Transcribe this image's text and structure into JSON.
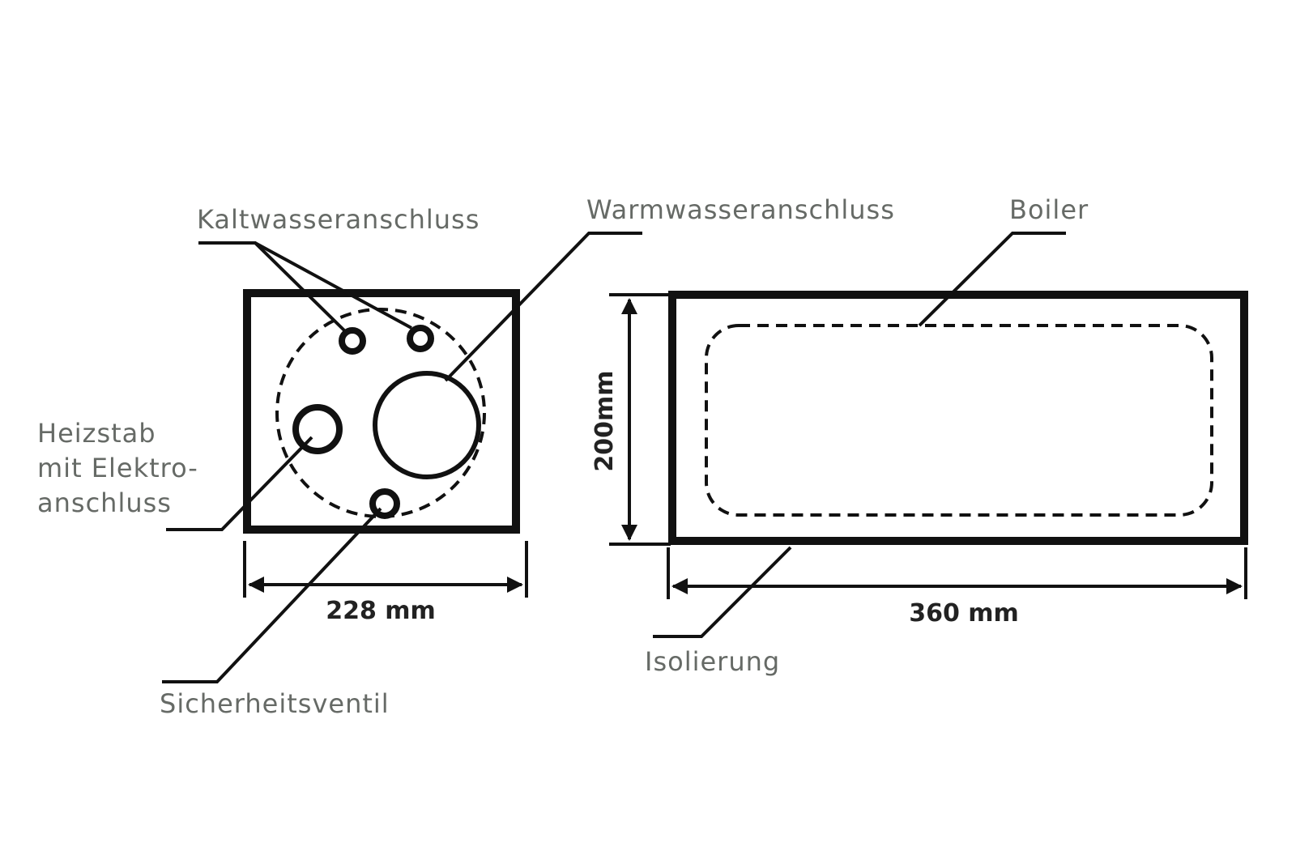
{
  "labels": {
    "kaltwasser": "Kaltwasseranschluss",
    "warmwasser": "Warmwasseranschluss",
    "boiler": "Boiler",
    "heizstab_line1": "Heizstab",
    "heizstab_line2": "mit Elektro-",
    "heizstab_line3": "anschluss",
    "sicherheitsventil": "Sicherheitsventil",
    "isolierung": "Isolierung"
  },
  "dimensions": {
    "width_front": "228 mm",
    "height": "200mm",
    "length_side": "360 mm"
  }
}
